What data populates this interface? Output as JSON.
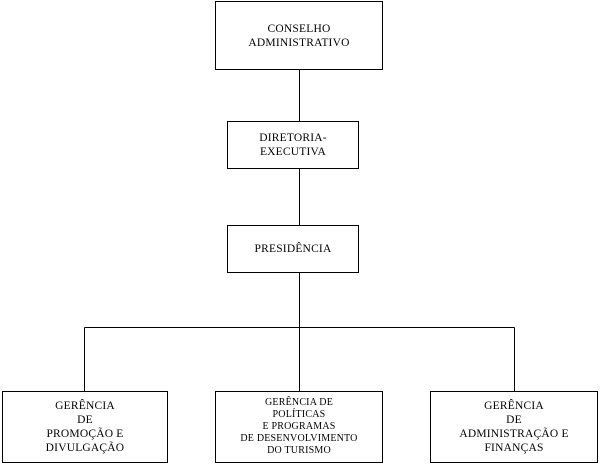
{
  "org_chart": {
    "conselho": {
      "lines": [
        "CONSELHO",
        "ADMINISTRATIVO"
      ]
    },
    "diretoria": {
      "lines": [
        "DIRETORIA-",
        "EXECUTIVA"
      ]
    },
    "presidencia": {
      "lines": [
        "PRESIDÊNCIA"
      ]
    },
    "gerencias": [
      {
        "lines": [
          "GERÊNCIA",
          "DE",
          "PROMOÇÃO E",
          "DIVULGAÇÃO"
        ]
      },
      {
        "lines": [
          "GERÊNCIA DE",
          "POLÍTICAS",
          "E PROGRAMAS",
          "DE DESENVOLVIMENTO",
          "DO TURISMO"
        ]
      },
      {
        "lines": [
          "GERÊNCIA",
          "DE",
          "ADMINISTRAÇÃO E",
          "FINANÇAS"
        ]
      }
    ]
  },
  "colors": {
    "line": "#000000",
    "box_border": "#000000",
    "background": "#ffffff"
  }
}
